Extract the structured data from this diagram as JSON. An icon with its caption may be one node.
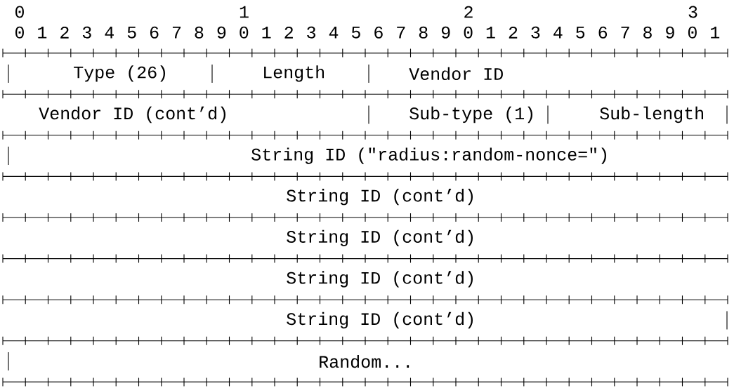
{
  "diagram": {
    "nodes": [
      {
        "text": [
          "Type (26)"
        ]
      },
      {
        "text": [
          "Length"
        ]
      },
      {
        "text": [
          "Vendor ID"
        ]
      },
      {
        "text": [
          "Vendor ID (cont’d)"
        ]
      },
      {
        "text": [
          "Sub-type (1)"
        ]
      },
      {
        "text": [
          "Sub-length"
        ]
      },
      {
        "text": [
          "String ID  (\"radius:random-nonce=\")"
        ]
      },
      {
        "text": [
          "String ID (cont’d)"
        ]
      },
      {
        "text": [
          "String ID (cont’d)"
        ]
      },
      {
        "text": [
          "String ID (cont’d)"
        ]
      },
      {
        "text": [
          "String ID (cont’d)"
        ]
      },
      {
        "text": [
          "Random..."
        ]
      }
    ],
    "labels": [
      "0",
      "1",
      "2",
      "3",
      "0",
      "1",
      "2",
      "3",
      "4",
      "5",
      "6",
      "7",
      "8",
      "9",
      "0",
      "1",
      "2",
      "3",
      "4",
      "5",
      "6",
      "7",
      "8",
      "9",
      "0",
      "1",
      "2",
      "3",
      "4",
      "5",
      "6",
      "7",
      "8",
      "9",
      "0",
      "1"
    ]
  }
}
